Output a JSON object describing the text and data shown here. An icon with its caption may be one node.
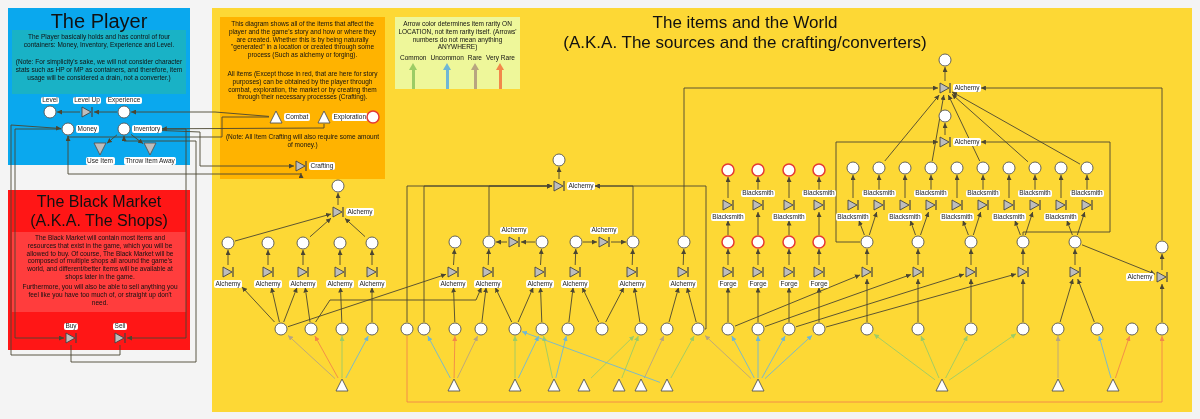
{
  "diagram": {
    "nodes": [
      {
        "text": [
          "The Player",
          "The Player basically holds and has control of four containers: Money, Inventory, Experience and Level.",
          "(Note: For simplicity's sake, we will not consider character stats such as HP or MP as containers, and therefore, item usage will be considered a drain, not a converter.)"
        ]
      },
      {
        "text": [
          "The Black Market",
          "(A.K.A. The Shops)",
          "The Black Market will contain most items and resources that exist in the game, which you will be allowed to buy. Of course, The Black Market will be composed of multiple shops all around the game's world, and different/better items will be available at shops later in the game.",
          "Furthermore, you will also be able to sell anything you feel like you have too much of, or straight up don't need."
        ]
      },
      {
        "text": [
          "The items and the World",
          "(A.K.A. The sources and the crafting/converters)"
        ]
      },
      {
        "text": [
          "This diagram shows all of the items that affect the player and the game's story and how or where they are created. Whether this is by being naturally \"generated\" in a location or created through some process (Such as alchemy or forging).",
          "All items (Except those in red, that are here for story purposes) can be obtained by the player through combat, exploration, the market or by creating them through their necessary processes (Crafting).",
          "(Note: All Item Crafting will also require some amount of money.)"
        ],
        "in": 2
      },
      {
        "text": [
          "Arrow color determines item rarity ON LOCATION, not item rarity itself. (Arrows' numbers do not mean anything ANYWHERE)"
        ],
        "in": 2
      },
      {
        "text": [
          "Level"
        ],
        "in": 0
      },
      {
        "text": [
          "Level Up"
        ],
        "in": 0
      },
      {
        "text": [
          "Experience"
        ],
        "in": 0
      },
      {
        "text": [
          "Money"
        ],
        "in": 0
      },
      {
        "text": [
          "Inventory"
        ],
        "in": 0
      },
      {
        "text": [
          "Use Item"
        ],
        "in": 0
      },
      {
        "text": [
          "Throw Item Away"
        ],
        "in": 0
      },
      {
        "text": [
          "Combat"
        ],
        "in": 3
      },
      {
        "text": [
          "Exploration"
        ],
        "in": 3
      },
      {
        "text": [],
        "shape": "circle",
        "in": 3
      },
      {
        "text": [
          "Crafting"
        ],
        "in": 3
      },
      {
        "text": [
          "Buy"
        ],
        "in": 1
      },
      {
        "text": [
          "Sell"
        ],
        "in": 1
      },
      {
        "text": [],
        "shape": "circle",
        "in": 2
      },
      {
        "text": [
          "Alchemy"
        ],
        "in": 2
      },
      {
        "text": [],
        "shape": "circle",
        "in": 2
      },
      {
        "text": [],
        "shape": "circle",
        "in": 2
      },
      {
        "text": [],
        "shape": "circle",
        "in": 2
      },
      {
        "text": [],
        "shape": "circle",
        "in": 2
      },
      {
        "text": [],
        "shape": "circle",
        "in": 2
      },
      {
        "text": [
          "Alchemy"
        ],
        "in": 2
      },
      {
        "text": [
          "Alchemy"
        ],
        "in": 2
      },
      {
        "text": [
          "Alchemy"
        ],
        "in": 2
      },
      {
        "text": [
          "Alchemy"
        ],
        "in": 2
      },
      {
        "text": [
          "Alchemy"
        ],
        "in": 2
      },
      {
        "text": [],
        "shape": "circle",
        "in": 2
      },
      {
        "text": [],
        "shape": "circle",
        "in": 2
      },
      {
        "text": [],
        "shape": "circle",
        "in": 2
      },
      {
        "text": [],
        "shape": "circle",
        "in": 2
      },
      {
        "text": [],
        "shape": "triangle",
        "in": 2
      },
      {
        "text": [],
        "shape": "circle",
        "in": 2
      },
      {
        "text": [
          "Alchemy"
        ],
        "in": 2
      },
      {
        "text": [],
        "shape": "circle",
        "in": 2
      },
      {
        "text": [],
        "shape": "circle",
        "in": 2
      },
      {
        "text": [
          "Alchemy"
        ],
        "in": 2
      },
      {
        "text": [],
        "shape": "circle",
        "in": 2
      },
      {
        "text": [],
        "shape": "circle",
        "in": 2
      },
      {
        "text": [
          "Alchemy"
        ],
        "in": 2
      },
      {
        "text": [],
        "shape": "circle",
        "in": 2
      },
      {
        "text": [],
        "shape": "circle",
        "in": 2
      },
      {
        "text": [
          "Alchemy"
        ],
        "in": 2
      },
      {
        "text": [
          "Alchemy"
        ],
        "in": 2
      },
      {
        "text": [
          "Alchemy"
        ],
        "in": 2
      },
      {
        "text": [
          "Alchemy"
        ],
        "in": 2
      },
      {
        "text": [
          "Alchemy"
        ],
        "in": 2
      },
      {
        "text": [
          "Alchemy"
        ],
        "in": 2
      },
      {
        "text": [],
        "shape": "circle",
        "in": 2
      },
      {
        "text": [],
        "shape": "circle",
        "in": 2
      },
      {
        "text": [],
        "shape": "circle",
        "in": 2
      },
      {
        "text": [],
        "shape": "circle",
        "in": 2
      },
      {
        "text": [],
        "shape": "circle",
        "in": 2
      },
      {
        "text": [],
        "shape": "circle",
        "in": 2
      },
      {
        "text": [],
        "shape": "circle",
        "in": 2
      },
      {
        "text": [],
        "shape": "circle",
        "in": 2
      },
      {
        "text": [],
        "shape": "circle",
        "in": 2
      },
      {
        "text": [],
        "shape": "circle",
        "in": 2
      },
      {
        "text": [],
        "shape": "circle",
        "in": 2
      },
      {
        "text": [],
        "shape": "triangle",
        "in": 2
      },
      {
        "text": [],
        "shape": "triangle",
        "in": 2
      },
      {
        "text": [],
        "shape": "triangle",
        "in": 2
      },
      {
        "text": [],
        "shape": "triangle",
        "in": 2
      },
      {
        "text": [],
        "shape": "triangle",
        "in": 2
      },
      {
        "text": [],
        "shape": "triangle",
        "in": 2
      },
      {
        "text": [],
        "shape": "triangle",
        "in": 2
      },
      {
        "text": [],
        "shape": "circle",
        "in": 2
      },
      {
        "text": [],
        "shape": "circle",
        "in": 2
      },
      {
        "text": [],
        "shape": "circle",
        "in": 2
      },
      {
        "text": [],
        "shape": "circle",
        "in": 2
      },
      {
        "text": [
          "Blacksmith"
        ],
        "in": 2
      },
      {
        "text": [
          "Blacksmith"
        ],
        "in": 2
      },
      {
        "text": [
          "Blacksmith"
        ],
        "in": 2
      },
      {
        "text": [
          "Blacksmith"
        ],
        "in": 2
      },
      {
        "text": [],
        "shape": "circle",
        "in": 2
      },
      {
        "text": [],
        "shape": "circle",
        "in": 2
      },
      {
        "text": [],
        "shape": "circle",
        "in": 2
      },
      {
        "text": [],
        "shape": "circle",
        "in": 2
      },
      {
        "text": [
          "Forge"
        ],
        "in": 2
      },
      {
        "text": [
          "Forge"
        ],
        "in": 2
      },
      {
        "text": [
          "Forge"
        ],
        "in": 2
      },
      {
        "text": [
          "Forge"
        ],
        "in": 2
      },
      {
        "text": [],
        "shape": "circle",
        "in": 2
      },
      {
        "text": [],
        "shape": "circle",
        "in": 2
      },
      {
        "text": [],
        "shape": "circle",
        "in": 2
      },
      {
        "text": [],
        "shape": "circle",
        "in": 2
      },
      {
        "text": [],
        "shape": "triangle",
        "in": 2
      },
      {
        "text": [],
        "shape": "circle",
        "in": 2
      },
      {
        "text": [
          "Alchemy"
        ],
        "in": 2
      },
      {
        "text": [],
        "shape": "circle",
        "in": 2
      },
      {
        "text": [
          "Alchemy"
        ],
        "in": 2
      },
      {
        "text": [],
        "shape": "circle",
        "in": 2
      },
      {
        "text": [],
        "shape": "circle",
        "in": 2
      },
      {
        "text": [],
        "shape": "circle",
        "in": 2
      },
      {
        "text": [],
        "shape": "circle",
        "in": 2
      },
      {
        "text": [],
        "shape": "circle",
        "in": 2
      },
      {
        "text": [],
        "shape": "circle",
        "in": 2
      },
      {
        "text": [],
        "shape": "circle",
        "in": 2
      },
      {
        "text": [],
        "shape": "circle",
        "in": 2
      },
      {
        "text": [],
        "shape": "circle",
        "in": 2
      },
      {
        "text": [],
        "shape": "circle",
        "in": 2
      },
      {
        "text": [
          "Blacksmith"
        ],
        "in": 2
      },
      {
        "text": [
          "Blacksmith"
        ],
        "in": 2
      },
      {
        "text": [
          "Blacksmith"
        ],
        "in": 2
      },
      {
        "text": [
          "Blacksmith"
        ],
        "in": 2
      },
      {
        "text": [
          "Blacksmith"
        ],
        "in": 2
      },
      {
        "text": [
          "Blacksmith"
        ],
        "in": 2
      },
      {
        "text": [
          "Blacksmith"
        ],
        "in": 2
      },
      {
        "text": [
          "Blacksmith"
        ],
        "in": 2
      },
      {
        "text": [
          "Blacksmith"
        ],
        "in": 2
      },
      {
        "text": [
          "Blacksmith"
        ],
        "in": 2
      },
      {
        "text": [],
        "shape": "circle",
        "in": 2
      },
      {
        "text": [],
        "shape": "circle",
        "in": 2
      },
      {
        "text": [],
        "shape": "circle",
        "in": 2
      },
      {
        "text": [],
        "shape": "circle",
        "in": 2
      },
      {
        "text": [],
        "shape": "circle",
        "in": 2
      },
      {
        "text": [],
        "shape": "triangle",
        "in": 2
      },
      {
        "text": [],
        "shape": "triangle",
        "in": 2
      },
      {
        "text": [],
        "shape": "triangle",
        "in": 2
      },
      {
        "text": [],
        "shape": "triangle",
        "in": 2
      },
      {
        "text": [],
        "shape": "triangle",
        "in": 2
      },
      {
        "text": [],
        "shape": "circle",
        "in": 2
      },
      {
        "text": [],
        "shape": "circle",
        "in": 2
      },
      {
        "text": [],
        "shape": "circle",
        "in": 2
      },
      {
        "text": [],
        "shape": "circle",
        "in": 2
      },
      {
        "text": [],
        "shape": "circle",
        "in": 2
      },
      {
        "text": [],
        "shape": "circle",
        "in": 2
      },
      {
        "text": [],
        "shape": "circle",
        "in": 2
      },
      {
        "text": [],
        "shape": "circle",
        "in": 2
      },
      {
        "text": [
          "Alchemy"
        ],
        "in": 2
      },
      {
        "text": [],
        "shape": "circle",
        "in": 2
      },
      {
        "text": [],
        "shape": "triangle",
        "in": 2
      },
      {
        "text": [],
        "shape": "triangle",
        "in": 2
      },
      {
        "text": [],
        "shape": "triangle",
        "in": 2
      }
    ],
    "edges": [
      {
        "from": 7,
        "to": 6,
        "arrow": "to"
      },
      {
        "from": 6,
        "to": 5,
        "arrow": "to"
      },
      {
        "from": 12,
        "to": 7,
        "arrow": "to"
      },
      {
        "from": 12,
        "to": 8,
        "arrow": "to"
      },
      {
        "from": 13,
        "to": 9,
        "arrow": "to"
      },
      {
        "from": 9,
        "to": 10,
        "arrow": "to"
      },
      {
        "from": 9,
        "to": 11,
        "arrow": "to"
      },
      {
        "from": 8,
        "to": 15,
        "arrow": "to"
      },
      {
        "from": 9,
        "to": 15,
        "arrow": "to"
      },
      {
        "from": 8,
        "to": 16,
        "arrow": "to"
      },
      {
        "from": 16,
        "to": 9,
        "arrow": "to"
      },
      {
        "from": 9,
        "to": 17,
        "arrow": "to"
      },
      {
        "from": 17,
        "to": 8,
        "arrow": "to"
      },
      {
        "from": 19,
        "to": 18,
        "arrow": "to"
      },
      {
        "from": 20,
        "to": 19,
        "arrow": "to"
      },
      {
        "from": 22,
        "to": 19,
        "arrow": "to"
      },
      {
        "from": 24,
        "to": 19,
        "arrow": "to"
      },
      {
        "from": 25,
        "to": 20,
        "arrow": "to"
      },
      {
        "from": 26,
        "to": 21,
        "arrow": "to"
      },
      {
        "from": 27,
        "to": 22,
        "arrow": "to"
      },
      {
        "from": 28,
        "to": 23,
        "arrow": "to"
      },
      {
        "from": 29,
        "to": 24,
        "arrow": "to"
      },
      {
        "from": 30,
        "to": 25,
        "arrow": "to"
      },
      {
        "from": 30,
        "to": 26,
        "arrow": "to"
      },
      {
        "from": 31,
        "to": 27,
        "arrow": "to"
      },
      {
        "from": 32,
        "to": 28,
        "arrow": "to"
      },
      {
        "from": 33,
        "to": 29,
        "arrow": "to"
      },
      {
        "from": 30,
        "to": 27,
        "arrow": "to"
      },
      {
        "from": 30,
        "to": 45,
        "arrow": "to"
      },
      {
        "from": 31,
        "to": 46,
        "arrow": "to"
      },
      {
        "from": 34,
        "to": 30,
        "arrow": "to",
        "color": "#b8a580"
      },
      {
        "from": 34,
        "to": 31,
        "arrow": "to",
        "color": "#f2874a"
      },
      {
        "from": 34,
        "to": 32,
        "arrow": "to",
        "color": "#9ccc65"
      },
      {
        "from": 34,
        "to": 33,
        "arrow": "to",
        "color": "#6fb7d6"
      },
      {
        "from": 36,
        "to": 35,
        "arrow": "to"
      },
      {
        "from": 51,
        "to": 36,
        "arrow": "to"
      },
      {
        "from": 52,
        "to": 36,
        "arrow": "to"
      },
      {
        "from": 38,
        "to": 36,
        "arrow": "to"
      },
      {
        "from": 43,
        "to": 36,
        "arrow": "to"
      },
      {
        "from": 61,
        "to": 36,
        "arrow": "to"
      },
      {
        "from": 40,
        "to": 39,
        "arrow": "to"
      },
      {
        "from": 39,
        "to": 38,
        "arrow": "to"
      },
      {
        "from": 41,
        "to": 42,
        "arrow": "to"
      },
      {
        "from": 42,
        "to": 43,
        "arrow": "to"
      },
      {
        "from": 45,
        "to": 37,
        "arrow": "to"
      },
      {
        "from": 46,
        "to": 38,
        "arrow": "to"
      },
      {
        "from": 47,
        "to": 40,
        "arrow": "to"
      },
      {
        "from": 48,
        "to": 41,
        "arrow": "to"
      },
      {
        "from": 49,
        "to": 43,
        "arrow": "to"
      },
      {
        "from": 50,
        "to": 44,
        "arrow": "to"
      },
      {
        "from": 53,
        "to": 45,
        "arrow": "to"
      },
      {
        "from": 54,
        "to": 46,
        "arrow": "to"
      },
      {
        "from": 55,
        "to": 46,
        "arrow": "to"
      },
      {
        "from": 55,
        "to": 47,
        "arrow": "to"
      },
      {
        "from": 56,
        "to": 47,
        "arrow": "to"
      },
      {
        "from": 57,
        "to": 48,
        "arrow": "to"
      },
      {
        "from": 58,
        "to": 48,
        "arrow": "to"
      },
      {
        "from": 58,
        "to": 49,
        "arrow": "to"
      },
      {
        "from": 59,
        "to": 49,
        "arrow": "to"
      },
      {
        "from": 60,
        "to": 50,
        "arrow": "to"
      },
      {
        "from": 61,
        "to": 50,
        "arrow": "to"
      },
      {
        "from": 62,
        "to": 52,
        "arrow": "to",
        "color": "#6fb7d6"
      },
      {
        "from": 62,
        "to": 53,
        "arrow": "to",
        "color": "#f2874a"
      },
      {
        "from": 62,
        "to": 54,
        "arrow": "to",
        "color": "#b8a580"
      },
      {
        "from": 63,
        "to": 55,
        "arrow": "to",
        "color": "#9ccc65"
      },
      {
        "from": 63,
        "to": 56,
        "arrow": "to",
        "color": "#6fb7d6"
      },
      {
        "from": 64,
        "to": 56,
        "arrow": "to",
        "color": "#9ccc65"
      },
      {
        "from": 64,
        "to": 57,
        "arrow": "to",
        "color": "#6fb7d6"
      },
      {
        "from": 65,
        "to": 59,
        "arrow": "to",
        "color": "#9ccc65"
      },
      {
        "from": 66,
        "to": 59,
        "arrow": "to",
        "color": "#9ccc65"
      },
      {
        "from": 67,
        "to": 60,
        "arrow": "to",
        "color": "#b8a580"
      },
      {
        "from": 68,
        "to": 61,
        "arrow": "to",
        "color": "#9ccc65"
      },
      {
        "from": 68,
        "to": 55,
        "arrow": "to",
        "color": "#6fb7d6"
      },
      {
        "from": 73,
        "to": 69,
        "arrow": "to"
      },
      {
        "from": 77,
        "to": 73,
        "arrow": "to"
      },
      {
        "from": 81,
        "to": 77,
        "arrow": "to"
      },
      {
        "from": 85,
        "to": 81,
        "arrow": "to"
      },
      {
        "from": 74,
        "to": 70,
        "arrow": "to"
      },
      {
        "from": 78,
        "to": 74,
        "arrow": "to"
      },
      {
        "from": 82,
        "to": 78,
        "arrow": "to"
      },
      {
        "from": 86,
        "to": 82,
        "arrow": "to"
      },
      {
        "from": 75,
        "to": 71,
        "arrow": "to"
      },
      {
        "from": 79,
        "to": 75,
        "arrow": "to"
      },
      {
        "from": 83,
        "to": 79,
        "arrow": "to"
      },
      {
        "from": 87,
        "to": 83,
        "arrow": "to"
      },
      {
        "from": 76,
        "to": 72,
        "arrow": "to"
      },
      {
        "from": 80,
        "to": 76,
        "arrow": "to"
      },
      {
        "from": 84,
        "to": 80,
        "arrow": "to"
      },
      {
        "from": 88,
        "to": 84,
        "arrow": "to"
      },
      {
        "from": 89,
        "to": 85,
        "arrow": "to",
        "color": "#6fb7d6"
      },
      {
        "from": 89,
        "to": 86,
        "arrow": "to",
        "color": "#6fb7d6"
      },
      {
        "from": 89,
        "to": 87,
        "arrow": "to",
        "color": "#6fb7d6"
      },
      {
        "from": 89,
        "to": 88,
        "arrow": "to",
        "color": "#6fb7d6"
      },
      {
        "from": 89,
        "to": 61,
        "arrow": "to",
        "color": "#b8a580"
      },
      {
        "from": 91,
        "to": 90,
        "arrow": "to"
      },
      {
        "from": 44,
        "to": 91,
        "arrow": "to"
      },
      {
        "from": 95,
        "to": 91,
        "arrow": "to"
      },
      {
        "from": 97,
        "to": 91,
        "arrow": "to"
      },
      {
        "from": 99,
        "to": 91,
        "arrow": "to"
      },
      {
        "from": 101,
        "to": 91,
        "arrow": "to"
      },
      {
        "from": 103,
        "to": 91,
        "arrow": "to"
      },
      {
        "from": 131,
        "to": 91,
        "arrow": "to"
      },
      {
        "from": 93,
        "to": 92,
        "arrow": "to"
      },
      {
        "from": 114,
        "to": 93,
        "arrow": "to"
      },
      {
        "from": 117,
        "to": 93,
        "arrow": "to"
      },
      {
        "from": 104,
        "to": 94,
        "arrow": "to"
      },
      {
        "from": 105,
        "to": 95,
        "arrow": "to"
      },
      {
        "from": 106,
        "to": 96,
        "arrow": "to"
      },
      {
        "from": 107,
        "to": 97,
        "arrow": "to"
      },
      {
        "from": 108,
        "to": 98,
        "arrow": "to"
      },
      {
        "from": 109,
        "to": 99,
        "arrow": "to"
      },
      {
        "from": 110,
        "to": 100,
        "arrow": "to"
      },
      {
        "from": 111,
        "to": 101,
        "arrow": "to"
      },
      {
        "from": 112,
        "to": 102,
        "arrow": "to"
      },
      {
        "from": 113,
        "to": 103,
        "arrow": "to"
      },
      {
        "from": 114,
        "to": 104,
        "arrow": "to"
      },
      {
        "from": 114,
        "to": 105,
        "arrow": "to"
      },
      {
        "from": 115,
        "to": 106,
        "arrow": "to"
      },
      {
        "from": 115,
        "to": 107,
        "arrow": "to"
      },
      {
        "from": 116,
        "to": 108,
        "arrow": "to"
      },
      {
        "from": 116,
        "to": 109,
        "arrow": "to"
      },
      {
        "from": 117,
        "to": 110,
        "arrow": "to"
      },
      {
        "from": 117,
        "to": 111,
        "arrow": "to"
      },
      {
        "from": 118,
        "to": 112,
        "arrow": "to"
      },
      {
        "from": 118,
        "to": 113,
        "arrow": "to"
      },
      {
        "from": 119,
        "to": 114,
        "arrow": "to"
      },
      {
        "from": 120,
        "to": 115,
        "arrow": "to"
      },
      {
        "from": 121,
        "to": 116,
        "arrow": "to"
      },
      {
        "from": 122,
        "to": 117,
        "arrow": "to"
      },
      {
        "from": 123,
        "to": 118,
        "arrow": "to"
      },
      {
        "from": 124,
        "to": 119,
        "arrow": "to"
      },
      {
        "from": 125,
        "to": 120,
        "arrow": "to"
      },
      {
        "from": 126,
        "to": 121,
        "arrow": "to"
      },
      {
        "from": 127,
        "to": 122,
        "arrow": "to"
      },
      {
        "from": 128,
        "to": 123,
        "arrow": "to"
      },
      {
        "from": 129,
        "to": 123,
        "arrow": "to"
      },
      {
        "from": 85,
        "to": 119,
        "arrow": "to"
      },
      {
        "from": 86,
        "to": 120,
        "arrow": "to"
      },
      {
        "from": 87,
        "to": 121,
        "arrow": "to"
      },
      {
        "from": 88,
        "to": 122,
        "arrow": "to"
      },
      {
        "from": 118,
        "to": 132,
        "arrow": "to"
      },
      {
        "from": 133,
        "to": 132,
        "arrow": "to"
      },
      {
        "from": 132,
        "to": 131,
        "arrow": "to"
      },
      {
        "from": 134,
        "to": 124,
        "arrow": "to",
        "color": "#9ccc65"
      },
      {
        "from": 134,
        "to": 125,
        "arrow": "to",
        "color": "#9ccc65"
      },
      {
        "from": 134,
        "to": 126,
        "arrow": "to",
        "color": "#9ccc65"
      },
      {
        "from": 134,
        "to": 127,
        "arrow": "to",
        "color": "#9ccc65"
      },
      {
        "from": 135,
        "to": 128,
        "arrow": "to",
        "color": "#b8a580"
      },
      {
        "from": 136,
        "to": 129,
        "arrow": "to",
        "color": "#6fb7d6"
      },
      {
        "from": 136,
        "to": 130,
        "arrow": "to",
        "color": "#f2874a"
      },
      {
        "from": 51,
        "to": 133,
        "arrow": "to",
        "color": "#f2874a"
      }
    ],
    "legend": [
      {
        "text": "Common",
        "color": "#9ccc65"
      },
      {
        "text": "Uncommon",
        "color": "#6fb7d6"
      },
      {
        "text": "Rare",
        "color": "#b8a580"
      },
      {
        "text": "Very Rare",
        "color": "#f2874a"
      }
    ]
  }
}
